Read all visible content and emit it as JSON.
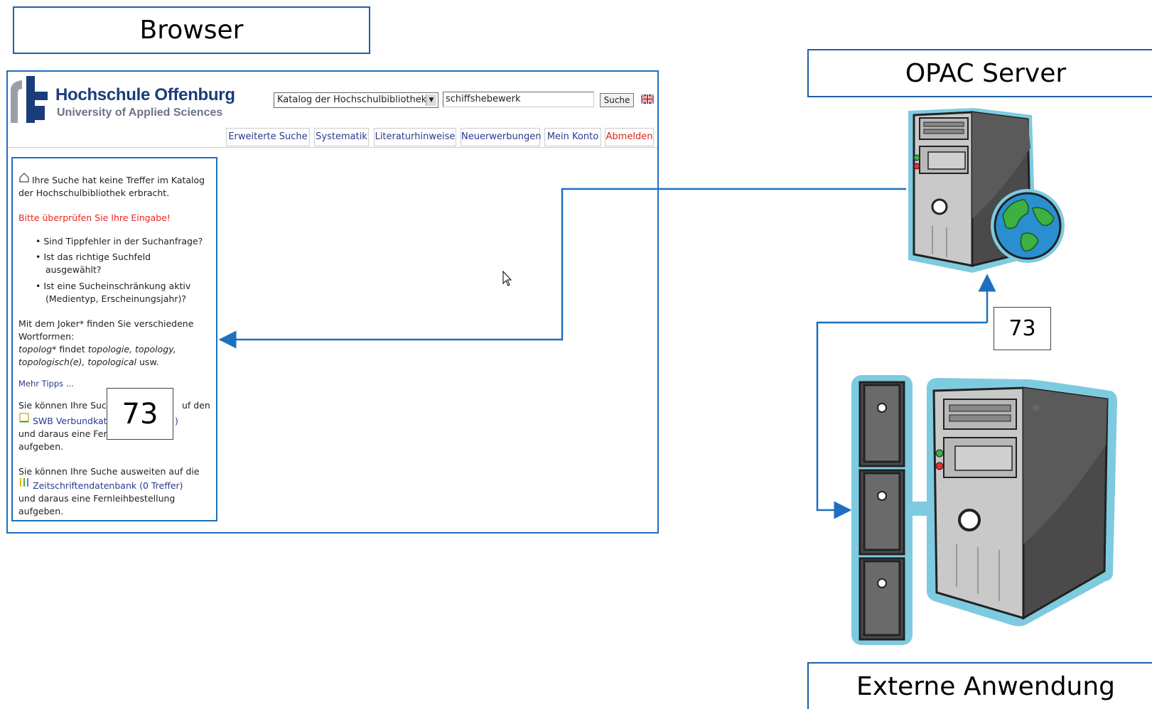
{
  "labels": {
    "browser": "Browser",
    "opac_server": "OPAC Server",
    "externe_anwendung": "Externe Anwendung"
  },
  "badges": {
    "left": "73",
    "right": "73"
  },
  "browser": {
    "logo_title": "Hochschule Offenburg",
    "logo_subtitle": "University of Applied Sciences",
    "catalog_select": "Katalog der Hochschulbibliothek",
    "search_value": "schiffshebewerk",
    "search_button": "Suche",
    "tabs": [
      "Erweiterte Suche",
      "Systematik",
      "Literaturhinweise",
      "Neuerwerbungen",
      "Mein Konto",
      "Abmelden"
    ],
    "message": {
      "no_hits_line1": "Ihre Suche hat keine Treffer im Katalog",
      "no_hits_line2": "der Hochschulbibliothek erbracht.",
      "check_input": "Bitte überprüfen Sie Ihre Eingabe!",
      "bullet1": "Sind Tippfehler in der Suchanfrage?",
      "bullet2_line1": "Ist das richtige Suchfeld",
      "bullet2_line2": "ausgewählt?",
      "bullet3_line1": "Ist eine Sucheinschränkung aktiv",
      "bullet3_line2": "(Medientyp, Erscheinungsjahr)?",
      "joker_line1": "Mit dem Joker* finden Sie verschiedene",
      "joker_line2": "Wortformen:",
      "joker_example1": "topolog*",
      "joker_example_mid": " findet ",
      "joker_example2": "topologie, topology,",
      "joker_example3": "topologisch(e), topological",
      "joker_example_end": " usw.",
      "more_tips": "Mehr Tipps ...",
      "swb_line1_a": "Sie können Ihre Suc",
      "swb_line1_b": "uf den",
      "swb_link": "SWB Verbundkat",
      "swb_link_end": ")",
      "swb_line3_a": "und daraus eine Fer",
      "swb_line4": "aufgeben.",
      "zdb_line1": "Sie können Ihre Suche ausweiten auf die",
      "zdb_link": "Zeitschriftendatenbank (0 Treffer)",
      "zdb_line3": "und daraus eine Fernleihbestellung",
      "zdb_line4": "aufgeben."
    }
  },
  "colors": {
    "frame_blue": "#1f6fc0",
    "label_border": "#1f5fa8",
    "arrow_blue": "#1f6fc0",
    "server_outline": "#7ecbe0",
    "error_red": "#e8251f",
    "link_blue": "#2a3a8c"
  },
  "icons": [
    "hochschule-logo-icon",
    "home-icon",
    "uk-flag-icon",
    "swb-icon",
    "zdb-icon",
    "mouse-cursor-icon",
    "opac-server-icon",
    "globe-icon",
    "external-server-icon"
  ]
}
